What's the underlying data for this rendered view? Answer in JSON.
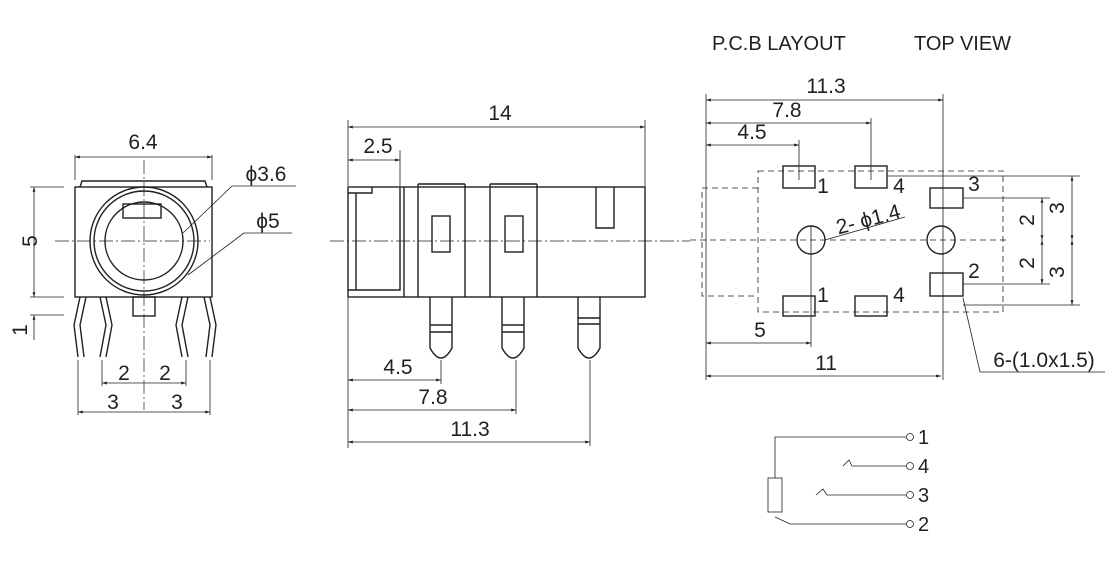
{
  "header": {
    "pcb_layout": "P.C.B LAYOUT",
    "top_view": "TOP VIEW"
  },
  "front_view": {
    "width": "6.4",
    "inner_dia": "ϕ3.6",
    "outer_dia": "ϕ5",
    "height": "5",
    "pin_len": "1",
    "pitch_left": "2",
    "pitch_right": "2",
    "outer_left": "3",
    "outer_right": "3"
  },
  "side_view": {
    "length": "14",
    "nose": "2.5",
    "pin1": "4.5",
    "pin2": "7.8",
    "pin3": "11.3"
  },
  "pcb": {
    "d_total": "11.3",
    "d_mid": "7.8",
    "d_first": "4.5",
    "pads": {
      "top_left": "1",
      "top_mid": "4",
      "right_top": "3",
      "right_bottom": "2",
      "bottom_left": "1",
      "bottom_mid": "4"
    },
    "holes": "2- ϕ1.4",
    "v_inner_top": "2",
    "v_inner_bottom": "2",
    "v_outer_top": "3",
    "v_outer_bottom": "3",
    "d_hole": "5",
    "d_hole2": "11",
    "pad_size": "6-(1.0x1.5)"
  },
  "schematic": {
    "pins": [
      "1",
      "4",
      "3",
      "2"
    ]
  }
}
